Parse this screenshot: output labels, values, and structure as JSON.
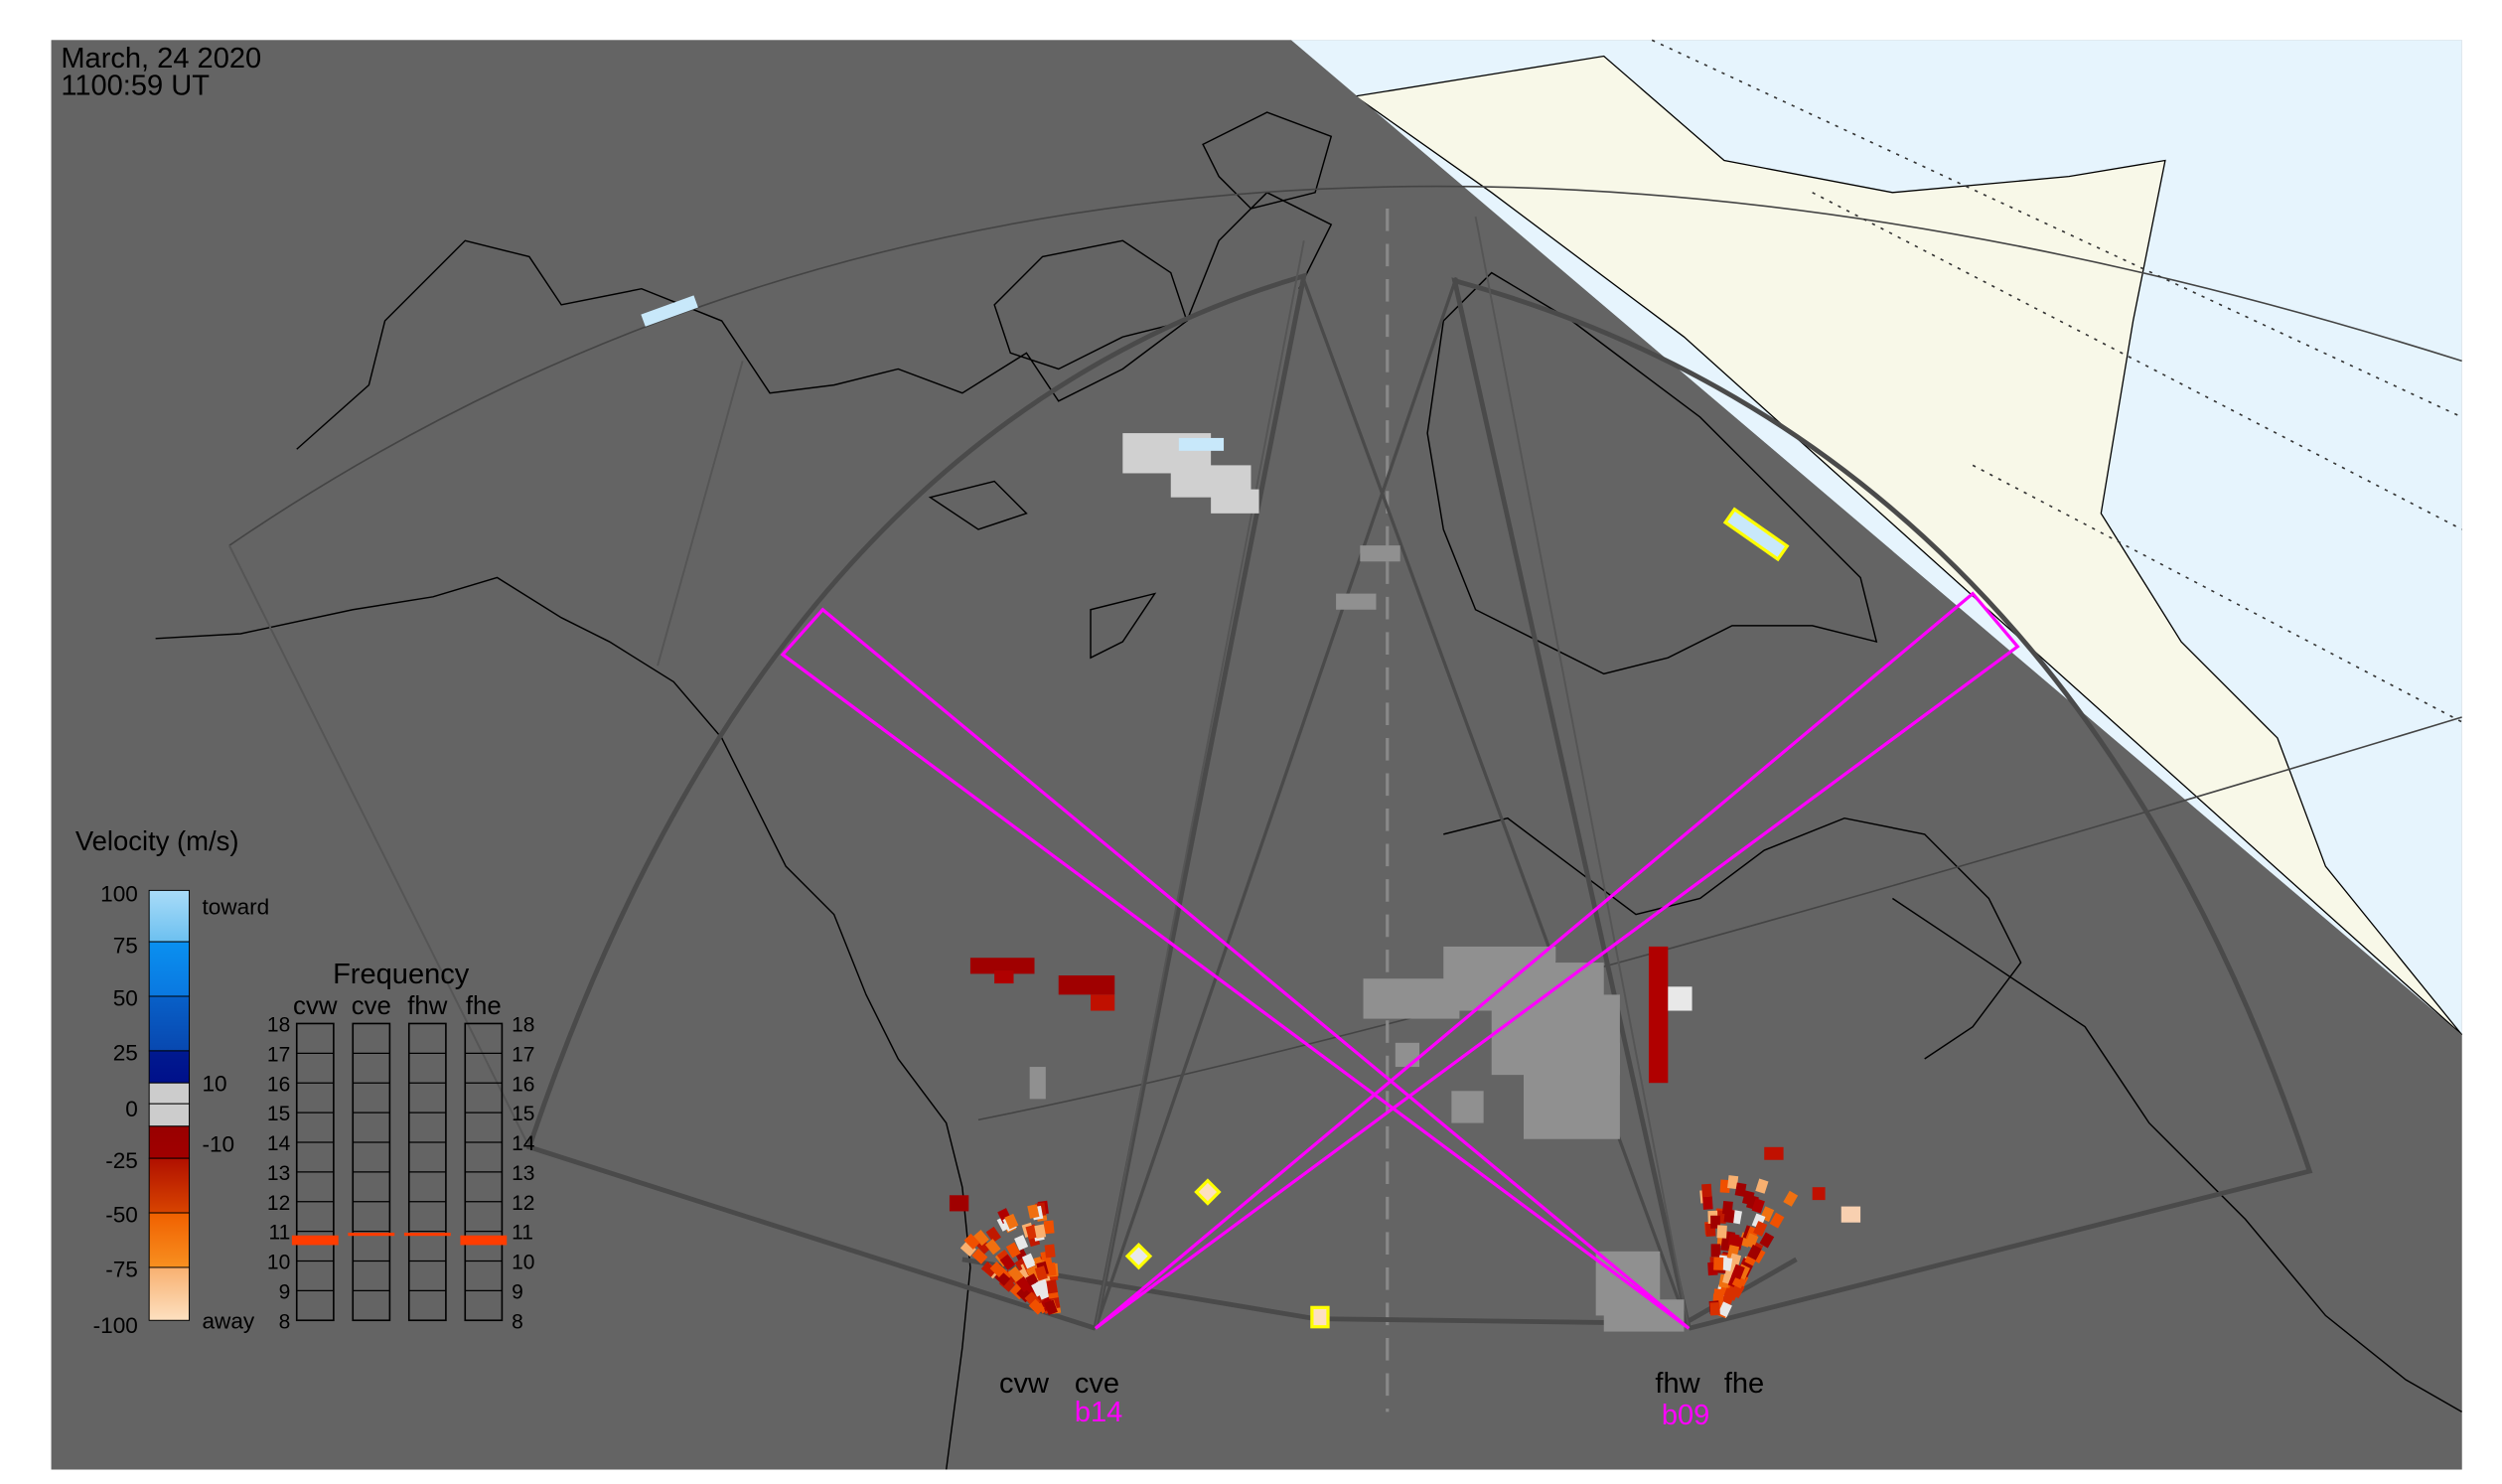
{
  "header": {
    "date": "March, 24 2020",
    "time": "1100:59 UT"
  },
  "colors": {
    "night": "#646464",
    "day_land": "#f8f8e8",
    "day_ocean": "#e6f4fd",
    "beam": "#ff00ff",
    "fov": "#4a4a4a"
  },
  "velocity_legend": {
    "title": "Velocity (m/s)",
    "ticks": [
      "100",
      "75",
      "50",
      "25",
      "0",
      "-25",
      "-50",
      "-75",
      "-100"
    ],
    "inner_labels": {
      "toward": "toward",
      "away": "away",
      "plus10": "10",
      "minus10": "-10"
    }
  },
  "frequency_panel": {
    "title": "Frequency",
    "radars": [
      "cvw",
      "cve",
      "fhw",
      "fhe"
    ],
    "ticks": [
      "18",
      "17",
      "16",
      "15",
      "14",
      "13",
      "12",
      "11",
      "10",
      "9",
      "8"
    ],
    "range_mhz": [
      8,
      18
    ],
    "values_mhz": [
      10.7,
      10.9,
      10.9,
      10.7
    ]
  },
  "sites": {
    "cv": {
      "west": "cvw",
      "east": "cve",
      "beam": "b14"
    },
    "fh": {
      "west": "fhw",
      "east": "fhe",
      "beam": "b09"
    }
  }
}
